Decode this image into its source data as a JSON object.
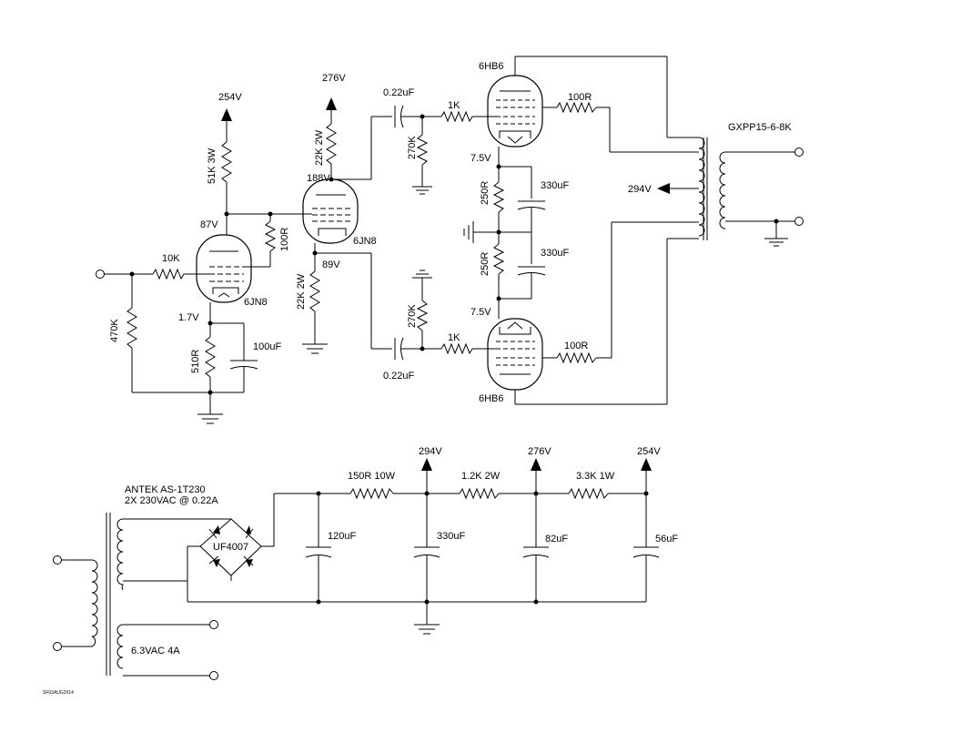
{
  "tubes": {
    "v1_type": "6JN8",
    "v2_type": "6JN8",
    "out_top_type": "6HB6",
    "out_bottom_type": "6HB6"
  },
  "voltages": {
    "b_plus_254": "254V",
    "b_plus_276": "276V",
    "b_plus_294": "294V",
    "v1_plate": "87V",
    "v1_cathode": "1.7V",
    "v2_plate": "188V",
    "v2_cathode": "89V",
    "out_top_cathode": "7.5V",
    "out_bottom_cathode": "7.5V",
    "ps_294": "294V",
    "ps_276": "276V",
    "ps_254": "254V"
  },
  "components": {
    "r_51k": "51K 3W",
    "r_100r_v1": "100R",
    "r_10k": "10K",
    "r_470k": "470K",
    "r_510r": "510R",
    "c_100uf": "100uF",
    "r_22k_plate": "22K 2W",
    "r_22k_cathode": "22K 2W",
    "c_coupling_top": "0.22uF",
    "c_coupling_bottom": "0.22uF",
    "r_270k_top": "270K",
    "r_270k_bottom": "270K",
    "r_1k_top": "1K",
    "r_1k_bottom": "1K",
    "r_100r_top": "100R",
    "r_100r_bottom": "100R",
    "r_250r_top": "250R",
    "r_250r_bottom": "250R",
    "c_330uf_top": "330uF",
    "c_330uf_bottom": "330uF",
    "output_transformer": "GXPP15-6-8K",
    "power_transformer_line1": "ANTEK AS-1T230",
    "power_transformer_line2": "2X 230VAC @ 0.22A",
    "rectifier": "UF4007",
    "heater_winding": "6.3VAC 4A",
    "c_120uf": "120uF",
    "r_150r": "150R 10W",
    "c_330uf_ps": "330uF",
    "r_1_2k": "1.2K 2W",
    "c_82uf": "82uF",
    "r_3_3k": "3.3K 1W",
    "c_56uf": "56uF"
  },
  "footer_note": "SF03AUG2014"
}
